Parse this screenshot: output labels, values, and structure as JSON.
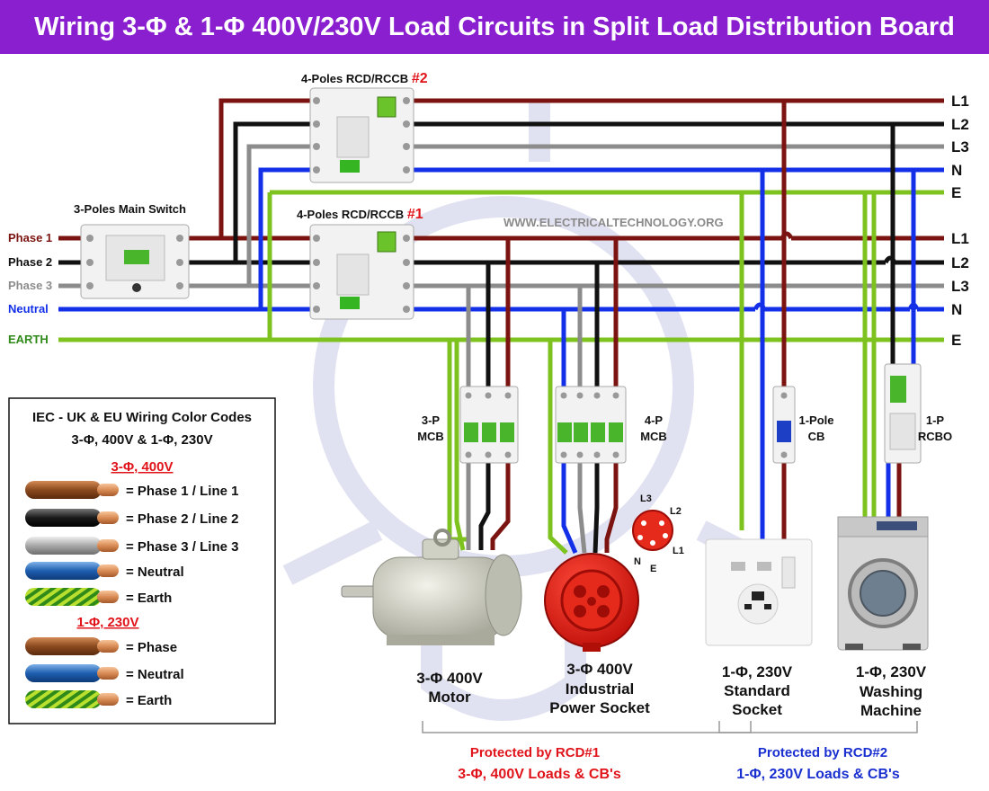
{
  "title": "Wiring 3-Φ & 1-Φ 400V/230V Load Circuits in Split Load Distribution Board",
  "watermark": "WWW.ELECTRICALTECHNOLOGY.ORG",
  "colors": {
    "phase1": "#7b1410",
    "phase2": "#111111",
    "phase3": "#8c8c8c",
    "neutral": "#1330e8",
    "earth": "#7dc21f",
    "red_text": "#e0141a",
    "blue_text": "#1a2fd0"
  },
  "devices": {
    "rccb2": {
      "label": "4-Poles RCD/RCCB",
      "num": "#2"
    },
    "rccb1": {
      "label": "4-Poles RCD/RCCB",
      "num": "#1"
    },
    "main_switch": "3-Poles Main Switch",
    "mcb3p": {
      "line1": "3-P",
      "line2": "MCB"
    },
    "mcb4p": {
      "line1": "4-P",
      "line2": "MCB"
    },
    "cb1p": {
      "line1": "1-Pole",
      "line2": "CB"
    },
    "rcbo": {
      "line1": "1-P",
      "line2": "RCBO"
    }
  },
  "supply": {
    "phase1": "Phase 1",
    "phase2": "Phase 2",
    "phase3": "Phase 3",
    "neutral": "Neutral",
    "earth": "EARTH"
  },
  "busbar_labels": {
    "top": [
      "L1",
      "L2",
      "L3",
      "N",
      "E"
    ],
    "bottom": [
      "L1",
      "L2",
      "L3",
      "N",
      "E"
    ]
  },
  "socket_pins": {
    "l1": "L1",
    "l2": "L2",
    "l3": "L3",
    "n": "N",
    "e": "E"
  },
  "loads": {
    "motor": {
      "line1": "3-Φ 400V",
      "line2": "Motor"
    },
    "industrial": {
      "line1": "3-Φ 400V",
      "line2": "Industrial",
      "line3": "Power Socket"
    },
    "standard": {
      "line1": "1-Φ, 230V",
      "line2": "Standard",
      "line3": "Socket"
    },
    "washing": {
      "line1": "1-Φ, 230V",
      "line2": "Washing",
      "line3": "Machine"
    }
  },
  "groups": {
    "rcd1": {
      "line1": "Protected by RCD#1",
      "line2": "3-Φ, 400V Loads & CB's"
    },
    "rcd2": {
      "line1": "Protected by RCD#2",
      "line2": "1-Φ, 230V Loads & CB's"
    }
  },
  "legend": {
    "title1": "IEC - UK & EU Wiring Color Codes",
    "title2": "3-Φ, 400V & 1-Φ, 230V",
    "section1": "3-Φ, 400V",
    "section2": "1-Φ, 230V",
    "three_phase_items": [
      "= Phase 1 / Line 1",
      "= Phase 2 / Line 2",
      "= Phase 3 / Line 3",
      "= Neutral",
      "= Earth"
    ],
    "single_phase_items": [
      "= Phase",
      "= Neutral",
      "= Earth"
    ]
  }
}
